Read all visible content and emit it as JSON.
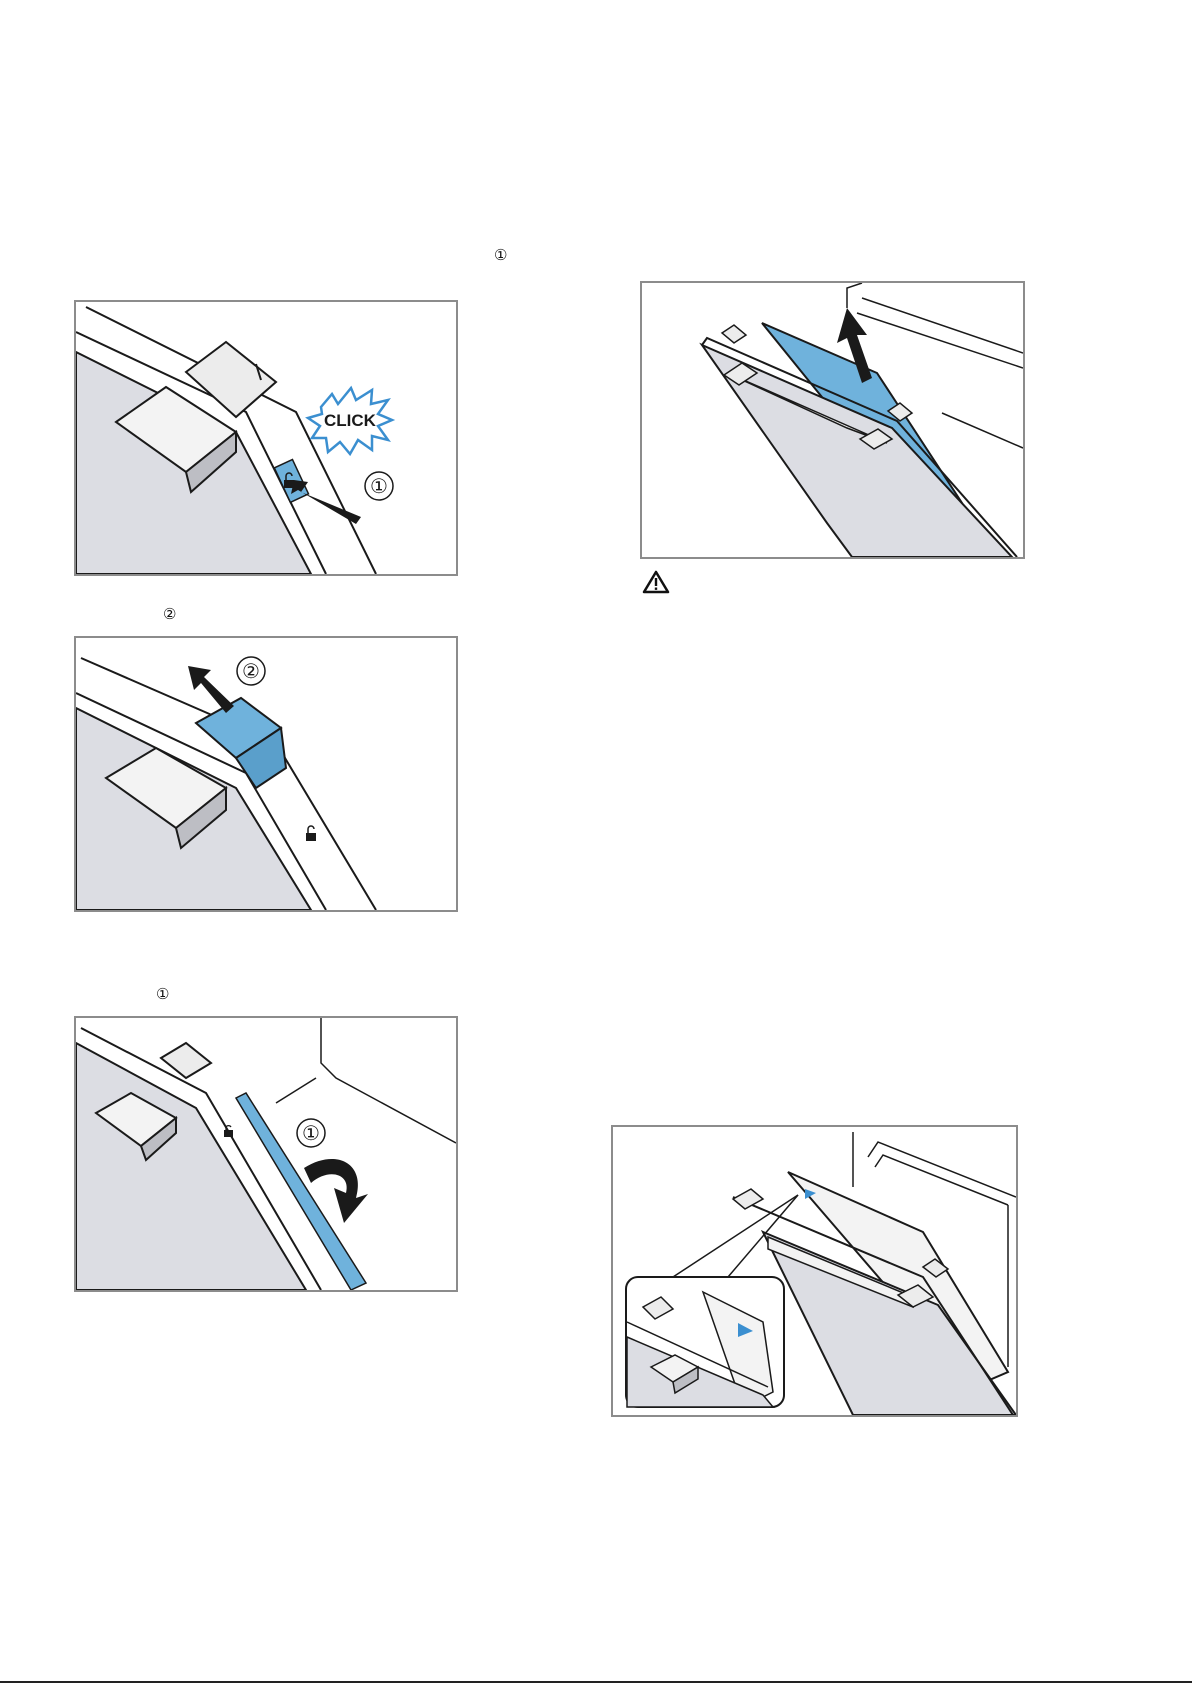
{
  "step_markers": {
    "step1_top": "①",
    "step2": "②",
    "step1_bottom": "①"
  },
  "figures": {
    "fig1": {
      "callout_number": "①",
      "click_label": "CLICK",
      "icons": [
        "unlock-icon",
        "push-arrow"
      ]
    },
    "fig2": {
      "callout_number": "②",
      "icons": [
        "unlock-icon",
        "lift-arrow"
      ]
    },
    "fig3": {
      "callout_number": "①",
      "icons": [
        "unlock-icon",
        "rotate-arrow"
      ]
    },
    "fig4": {
      "icons": [
        "lift-arrow"
      ]
    },
    "fig5": {
      "icons": [
        "triangle-marker",
        "detail-callout"
      ]
    }
  },
  "warning": {
    "icon": "warning-triangle-icon"
  },
  "colors": {
    "accent_blue": "#6fb2dc",
    "panel_gray": "#dcdde3",
    "frame_border": "#8c8c8c",
    "line": "#1a1a1a"
  }
}
